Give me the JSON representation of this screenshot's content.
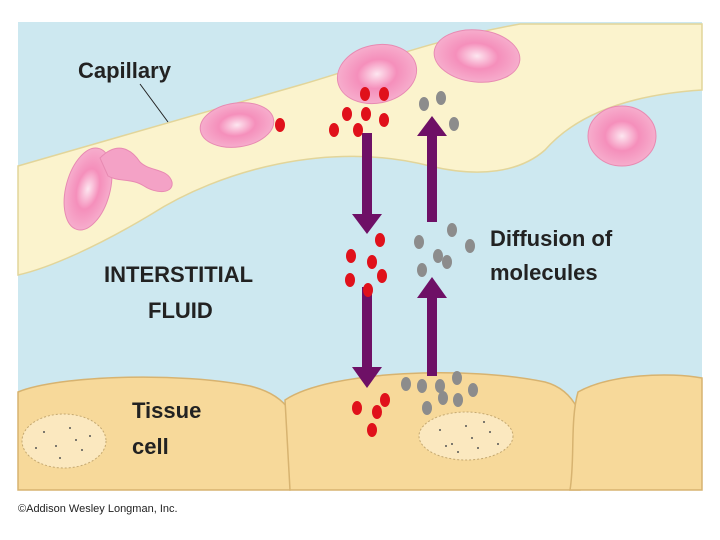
{
  "labels": {
    "capillary": "Capillary",
    "interstitial_line1": "INTERSTITIAL",
    "interstitial_line2": "FLUID",
    "diffusion_line1": "Diffusion of",
    "diffusion_line2": "molecules",
    "tissue_line1": "Tissue",
    "tissue_line2": "cell"
  },
  "credit": "©Addison Wesley Longman, Inc.",
  "colors": {
    "fluid_background": "#cde8f0",
    "capillary_fill": "#fbf3cd",
    "tissue_fill": "#f7d99a",
    "red_blood_cell": "#f4a8c8",
    "red_molecule": "#e0111b",
    "gray_molecule": "#8c8c8c",
    "arrow": "#6e1066"
  },
  "icons": {
    "down_arrow": "arrow-down-icon",
    "up_arrow": "arrow-up-icon"
  }
}
